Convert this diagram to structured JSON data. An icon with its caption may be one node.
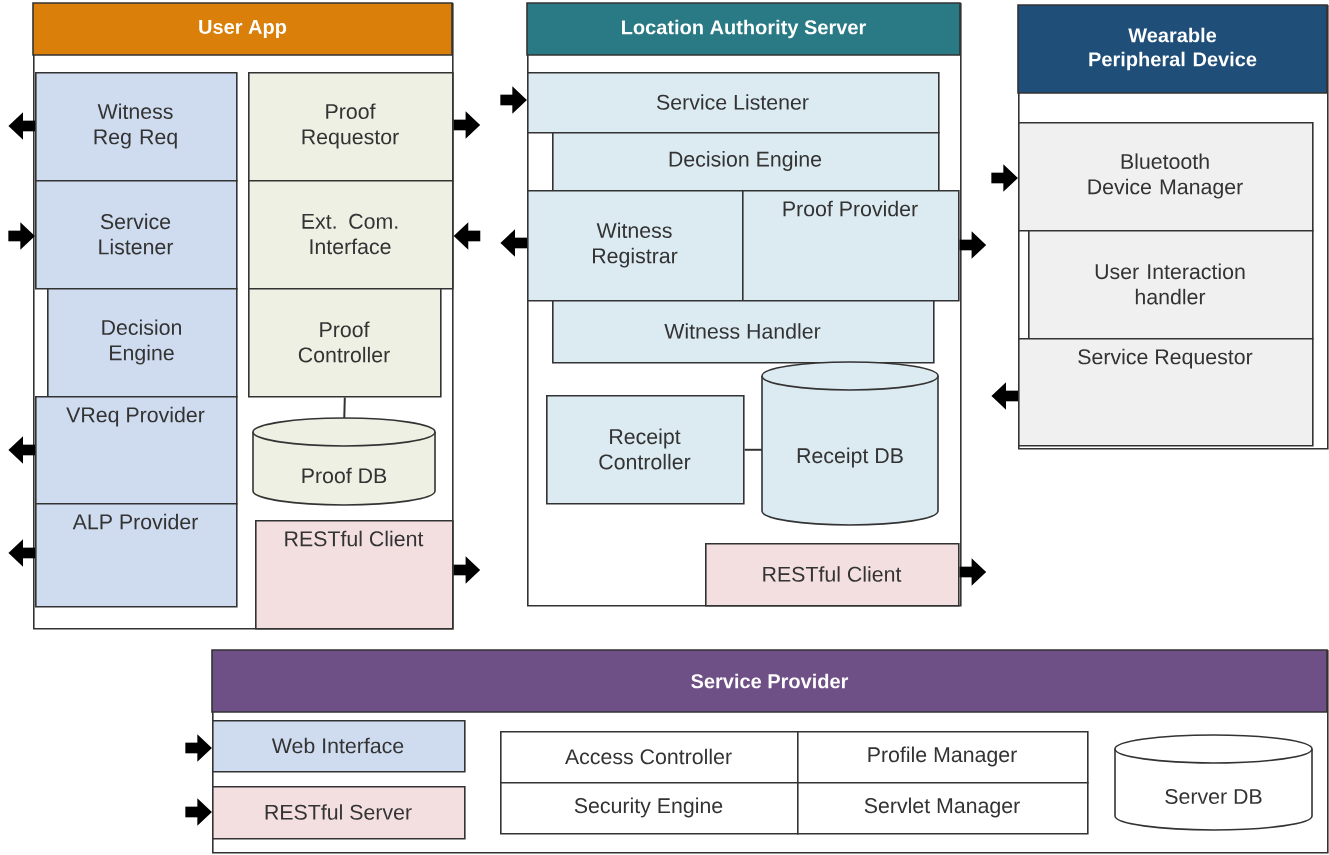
{
  "diagram": {
    "nodes": [
      {
        "text": [
          "User App"
        ]
      },
      {
        "text": [
          "Witness Reg Req"
        ],
        "in": 0
      },
      {
        "text": [
          "Service Listener"
        ],
        "in": 0
      },
      {
        "text": [
          "Decision Engine"
        ],
        "in": 0
      },
      {
        "text": [
          "VReq Provider"
        ],
        "in": 0
      },
      {
        "text": [
          "ALP Provider"
        ],
        "in": 0
      },
      {
        "text": [
          "Proof Requestor"
        ],
        "in": 0
      },
      {
        "text": [
          "Ext. Com. Interface"
        ],
        "in": 0
      },
      {
        "text": [
          "Proof Controller"
        ],
        "in": 0
      },
      {
        "text": [
          "Proof DB"
        ],
        "in": 0
      },
      {
        "text": [
          "RESTful Client"
        ],
        "in": 0
      },
      {
        "text": [
          "Location Authority Server"
        ]
      },
      {
        "text": [
          "Service Listener"
        ],
        "in": 11
      },
      {
        "text": [
          "Decision Engine"
        ],
        "in": 11
      },
      {
        "text": [
          "Witness Registrar"
        ],
        "in": 11
      },
      {
        "text": [
          "Proof Provider"
        ],
        "in": 11
      },
      {
        "text": [
          "Witness Handler"
        ],
        "in": 11
      },
      {
        "text": [
          "Receipt Controller"
        ],
        "in": 11
      },
      {
        "text": [
          "Receipt DB"
        ],
        "in": 11
      },
      {
        "text": [
          "RESTful Client"
        ],
        "in": 11
      },
      {
        "text": [
          "Wearable Peripheral Device"
        ]
      },
      {
        "text": [
          "Bluetooth Device Manager"
        ],
        "in": 20
      },
      {
        "text": [
          "User Interaction handler"
        ],
        "in": 20
      },
      {
        "text": [
          "Service Requestor"
        ],
        "in": 20
      },
      {
        "text": [
          "Service Provider"
        ]
      },
      {
        "text": [
          "Web Interface"
        ],
        "in": 24
      },
      {
        "text": [
          "RESTful Server"
        ],
        "in": 24
      },
      {
        "text": [
          "Access Controller"
        ],
        "in": 24
      },
      {
        "text": [
          "Profile Manager"
        ],
        "in": 24
      },
      {
        "text": [
          "Security Engine"
        ],
        "in": 24
      },
      {
        "text": [
          "Servlet Manager"
        ],
        "in": 24
      },
      {
        "text": [
          "Server DB"
        ],
        "in": 24
      }
    ],
    "edges": [
      {
        "from": 8,
        "to": 9,
        "arrow": "none"
      },
      {
        "from": 17,
        "to": 18,
        "arrow": "none"
      },
      {
        "from": 1,
        "to": null,
        "arrow": "to"
      },
      {
        "from": null,
        "to": 2,
        "arrow": "to"
      },
      {
        "from": 4,
        "to": null,
        "arrow": "to"
      },
      {
        "from": 5,
        "to": null,
        "arrow": "to"
      },
      {
        "from": 6,
        "to": null,
        "arrow": "to"
      },
      {
        "from": null,
        "to": 7,
        "arrow": "to"
      },
      {
        "from": 10,
        "to": null,
        "arrow": "to"
      },
      {
        "from": null,
        "to": 12,
        "arrow": "to"
      },
      {
        "from": 14,
        "to": null,
        "arrow": "to"
      },
      {
        "from": 15,
        "to": null,
        "arrow": "to"
      },
      {
        "from": 19,
        "to": null,
        "arrow": "to"
      },
      {
        "from": null,
        "to": 21,
        "arrow": "to"
      },
      {
        "from": 23,
        "to": null,
        "arrow": "to"
      },
      {
        "from": null,
        "to": 25,
        "arrow": "to"
      },
      {
        "from": null,
        "to": 26,
        "arrow": "to"
      }
    ]
  }
}
